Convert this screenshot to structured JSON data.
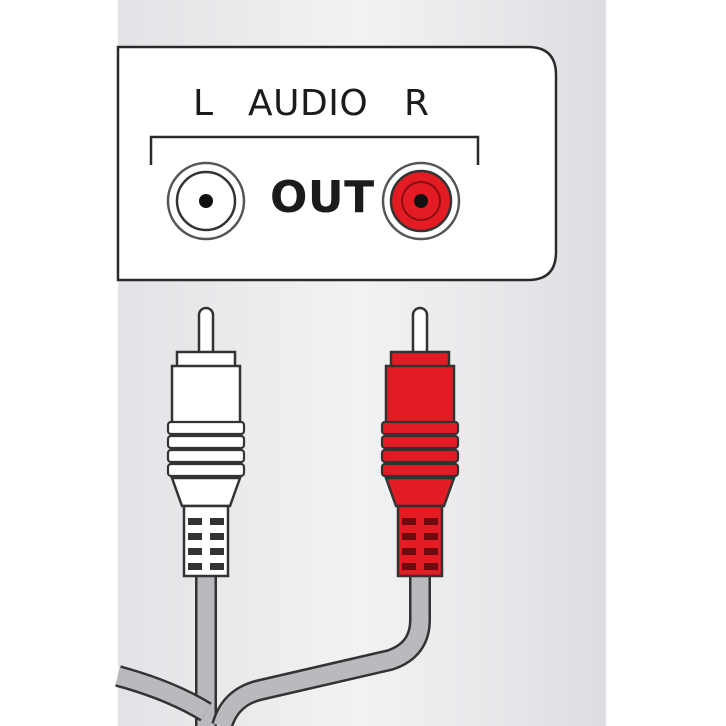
{
  "panel": {
    "left_label": "L",
    "title": "AUDIO",
    "right_label": "R",
    "out_label": "OUT"
  },
  "jacks": {
    "left_color": "#ffffff",
    "right_color": "#e31b23"
  },
  "plugs": {
    "left_color": "#ffffff",
    "right_color": "#e31b23",
    "cable_color": "#b9babd"
  }
}
